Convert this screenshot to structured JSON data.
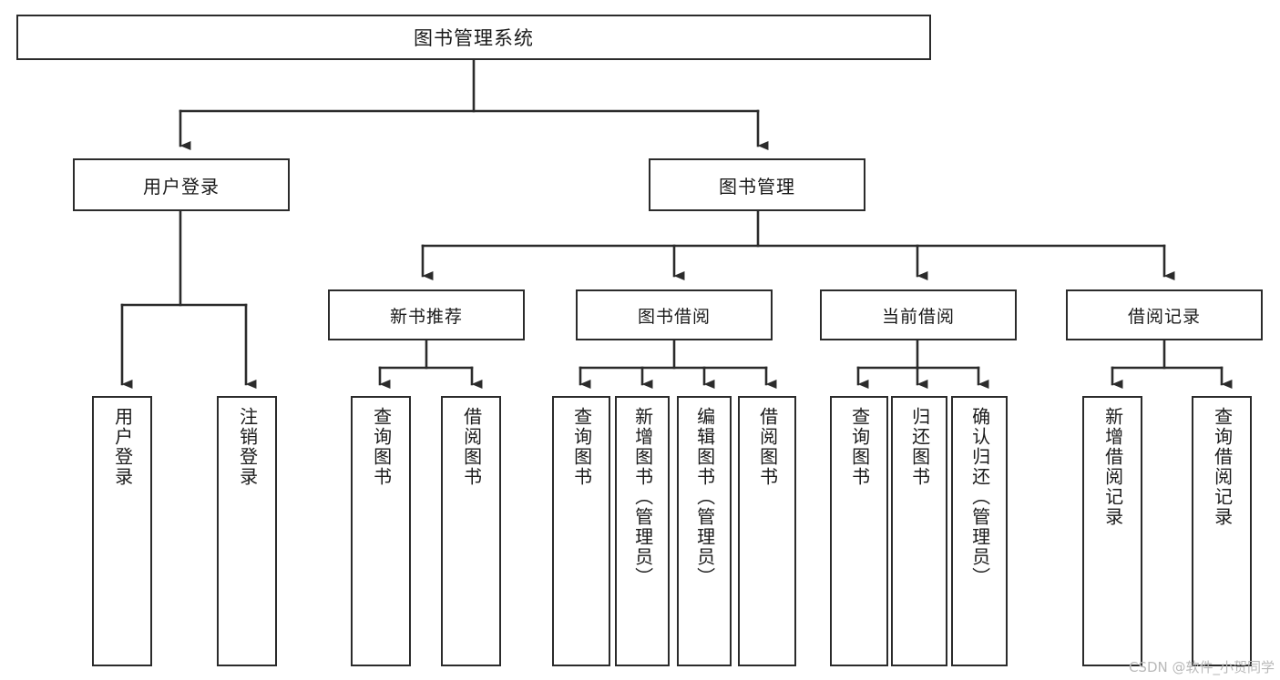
{
  "diagram": {
    "title": "图书管理系统",
    "type": "tree",
    "orientation": "top-down",
    "colors": {
      "background": "#ffffff",
      "box_fill": "#ffffff",
      "box_border": "#2b2b2b",
      "connector": "#2b2b2b",
      "text": "#1a1a1a",
      "watermark": "#b9b9b9"
    }
  },
  "root": {
    "label": "图书管理系统"
  },
  "level2": [
    {
      "id": "user-login",
      "label": "用户登录"
    },
    {
      "id": "book-manage",
      "label": "图书管理"
    }
  ],
  "level3": [
    {
      "id": "new-book-recommend",
      "label": "新书推荐"
    },
    {
      "id": "book-borrow",
      "label": "图书借阅"
    },
    {
      "id": "current-borrow",
      "label": "当前借阅"
    },
    {
      "id": "borrow-record",
      "label": "借阅记录"
    }
  ],
  "leaves": [
    {
      "id": "leaf-user-login",
      "parent": "user-login",
      "label": "用户登录"
    },
    {
      "id": "leaf-user-logout",
      "parent": "user-login",
      "label": "注销登录"
    },
    {
      "id": "leaf-query-book-1",
      "parent": "new-book-recommend",
      "label": "查询图书"
    },
    {
      "id": "leaf-borrow-book-1",
      "parent": "new-book-recommend",
      "label": "借阅图书"
    },
    {
      "id": "leaf-query-book-2",
      "parent": "book-borrow",
      "label": "查询图书"
    },
    {
      "id": "leaf-add-book",
      "parent": "book-borrow",
      "label": "新增图书（管理员）"
    },
    {
      "id": "leaf-edit-book",
      "parent": "book-borrow",
      "label": "编辑图书（管理员）"
    },
    {
      "id": "leaf-borrow-book-2",
      "parent": "book-borrow",
      "label": "借阅图书"
    },
    {
      "id": "leaf-query-book-3",
      "parent": "current-borrow",
      "label": "查询图书"
    },
    {
      "id": "leaf-return-book",
      "parent": "current-borrow",
      "label": "归还图书"
    },
    {
      "id": "leaf-confirm-return",
      "parent": "current-borrow",
      "label": "确认归还（管理员）"
    },
    {
      "id": "leaf-add-record",
      "parent": "borrow-record",
      "label": "新增借阅记录"
    },
    {
      "id": "leaf-query-record",
      "parent": "borrow-record",
      "label": "查询借阅记录"
    }
  ],
  "watermark": {
    "text": "CSDN @软件_小贺同学"
  }
}
